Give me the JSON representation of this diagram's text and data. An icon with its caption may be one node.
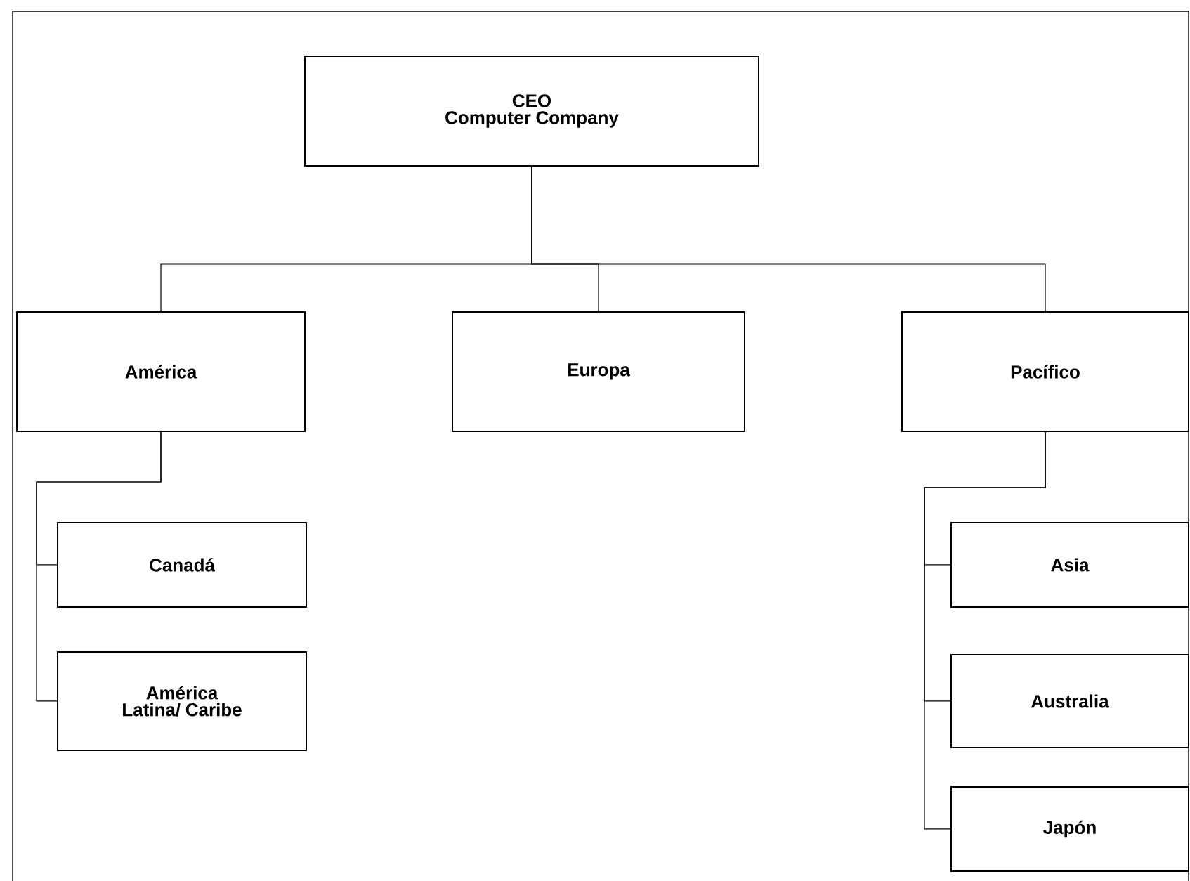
{
  "diagram": {
    "nodes": [
      {
        "text": [
          "CEO",
          "Computer Company"
        ]
      },
      {
        "text": [
          "América"
        ]
      },
      {
        "text": [
          "Europa"
        ]
      },
      {
        "text": [
          "Pacífico"
        ]
      },
      {
        "text": [
          "Canadá"
        ]
      },
      {
        "text": [
          "América Latina/ Caribe"
        ]
      },
      {
        "text": [
          "Asia"
        ]
      },
      {
        "text": [
          "Australia"
        ]
      },
      {
        "text": [
          "Japón"
        ]
      }
    ],
    "edges": [
      {
        "from": 0,
        "to": 1,
        "arrow": "none"
      },
      {
        "from": 0,
        "to": 2,
        "arrow": "none"
      },
      {
        "from": 0,
        "to": 3,
        "arrow": "none"
      },
      {
        "from": 1,
        "to": 4,
        "arrow": "none"
      },
      {
        "from": 1,
        "to": 5,
        "arrow": "none"
      },
      {
        "from": 3,
        "to": 6,
        "arrow": "none"
      },
      {
        "from": 3,
        "to": 7,
        "arrow": "none"
      },
      {
        "from": 3,
        "to": 8,
        "arrow": "none"
      }
    ]
  }
}
